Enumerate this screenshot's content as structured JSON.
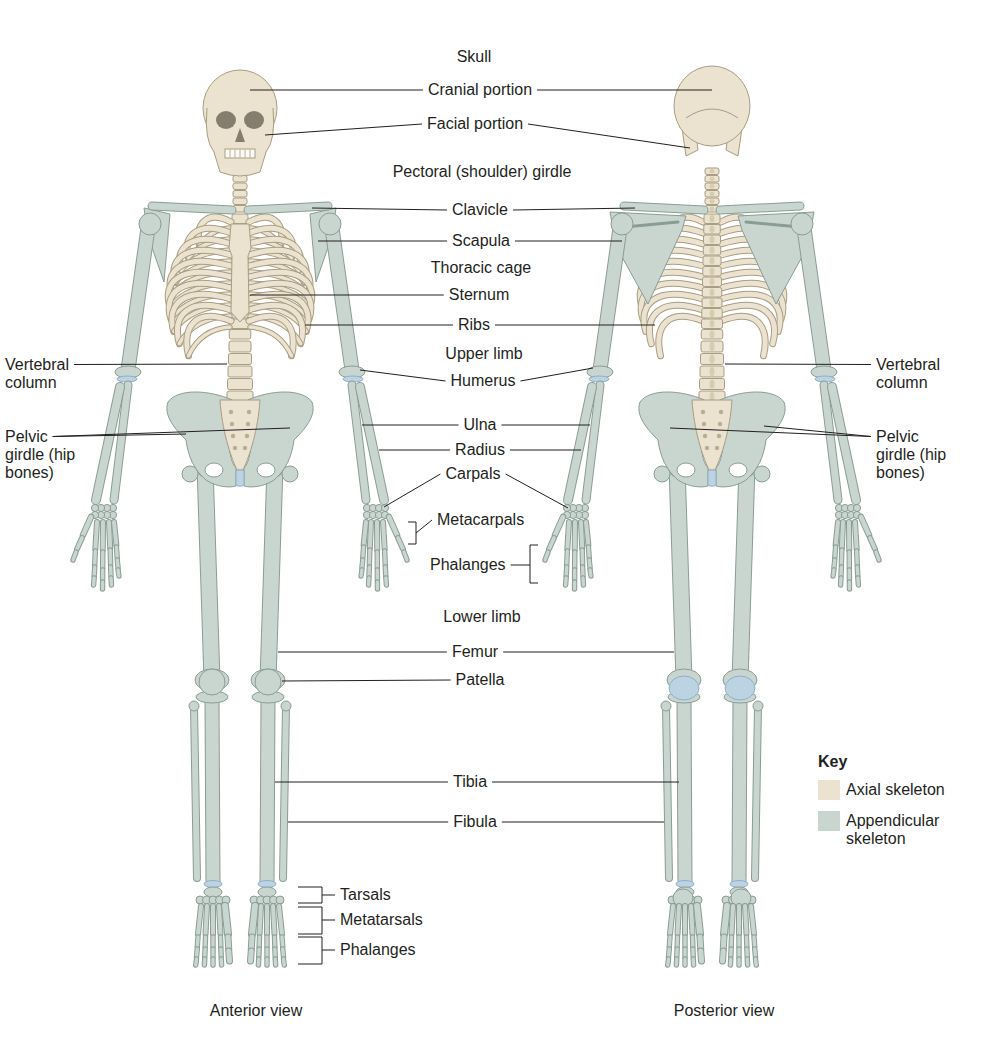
{
  "diagram": {
    "labels": [
      "Skull",
      "Cranial portion",
      "Facial portion",
      "Pectoral (shoulder) girdle",
      "Clavicle",
      "Scapula",
      "Thoracic cage",
      "Sternum",
      "Ribs",
      "Vertebral column",
      "Upper limb",
      "Humerus",
      "Vertebral column",
      "Pelvic girdle (hip bones)",
      "Ulna",
      "Radius",
      "Pelvic girdle (hip bones)",
      "Carpals",
      "Metacarpals",
      "Phalanges",
      "Lower limb",
      "Femur",
      "Patella",
      "Tibia",
      "Fibula",
      "Tarsals",
      "Metatarsals",
      "Phalanges",
      "Key",
      "Anterior view",
      "Posterior view"
    ],
    "legend": [
      {
        "text": "Axial skeleton",
        "color": "#ebe3cf"
      },
      {
        "text": "Appendicular skeleton",
        "color": "#c9d6cf"
      }
    ]
  }
}
